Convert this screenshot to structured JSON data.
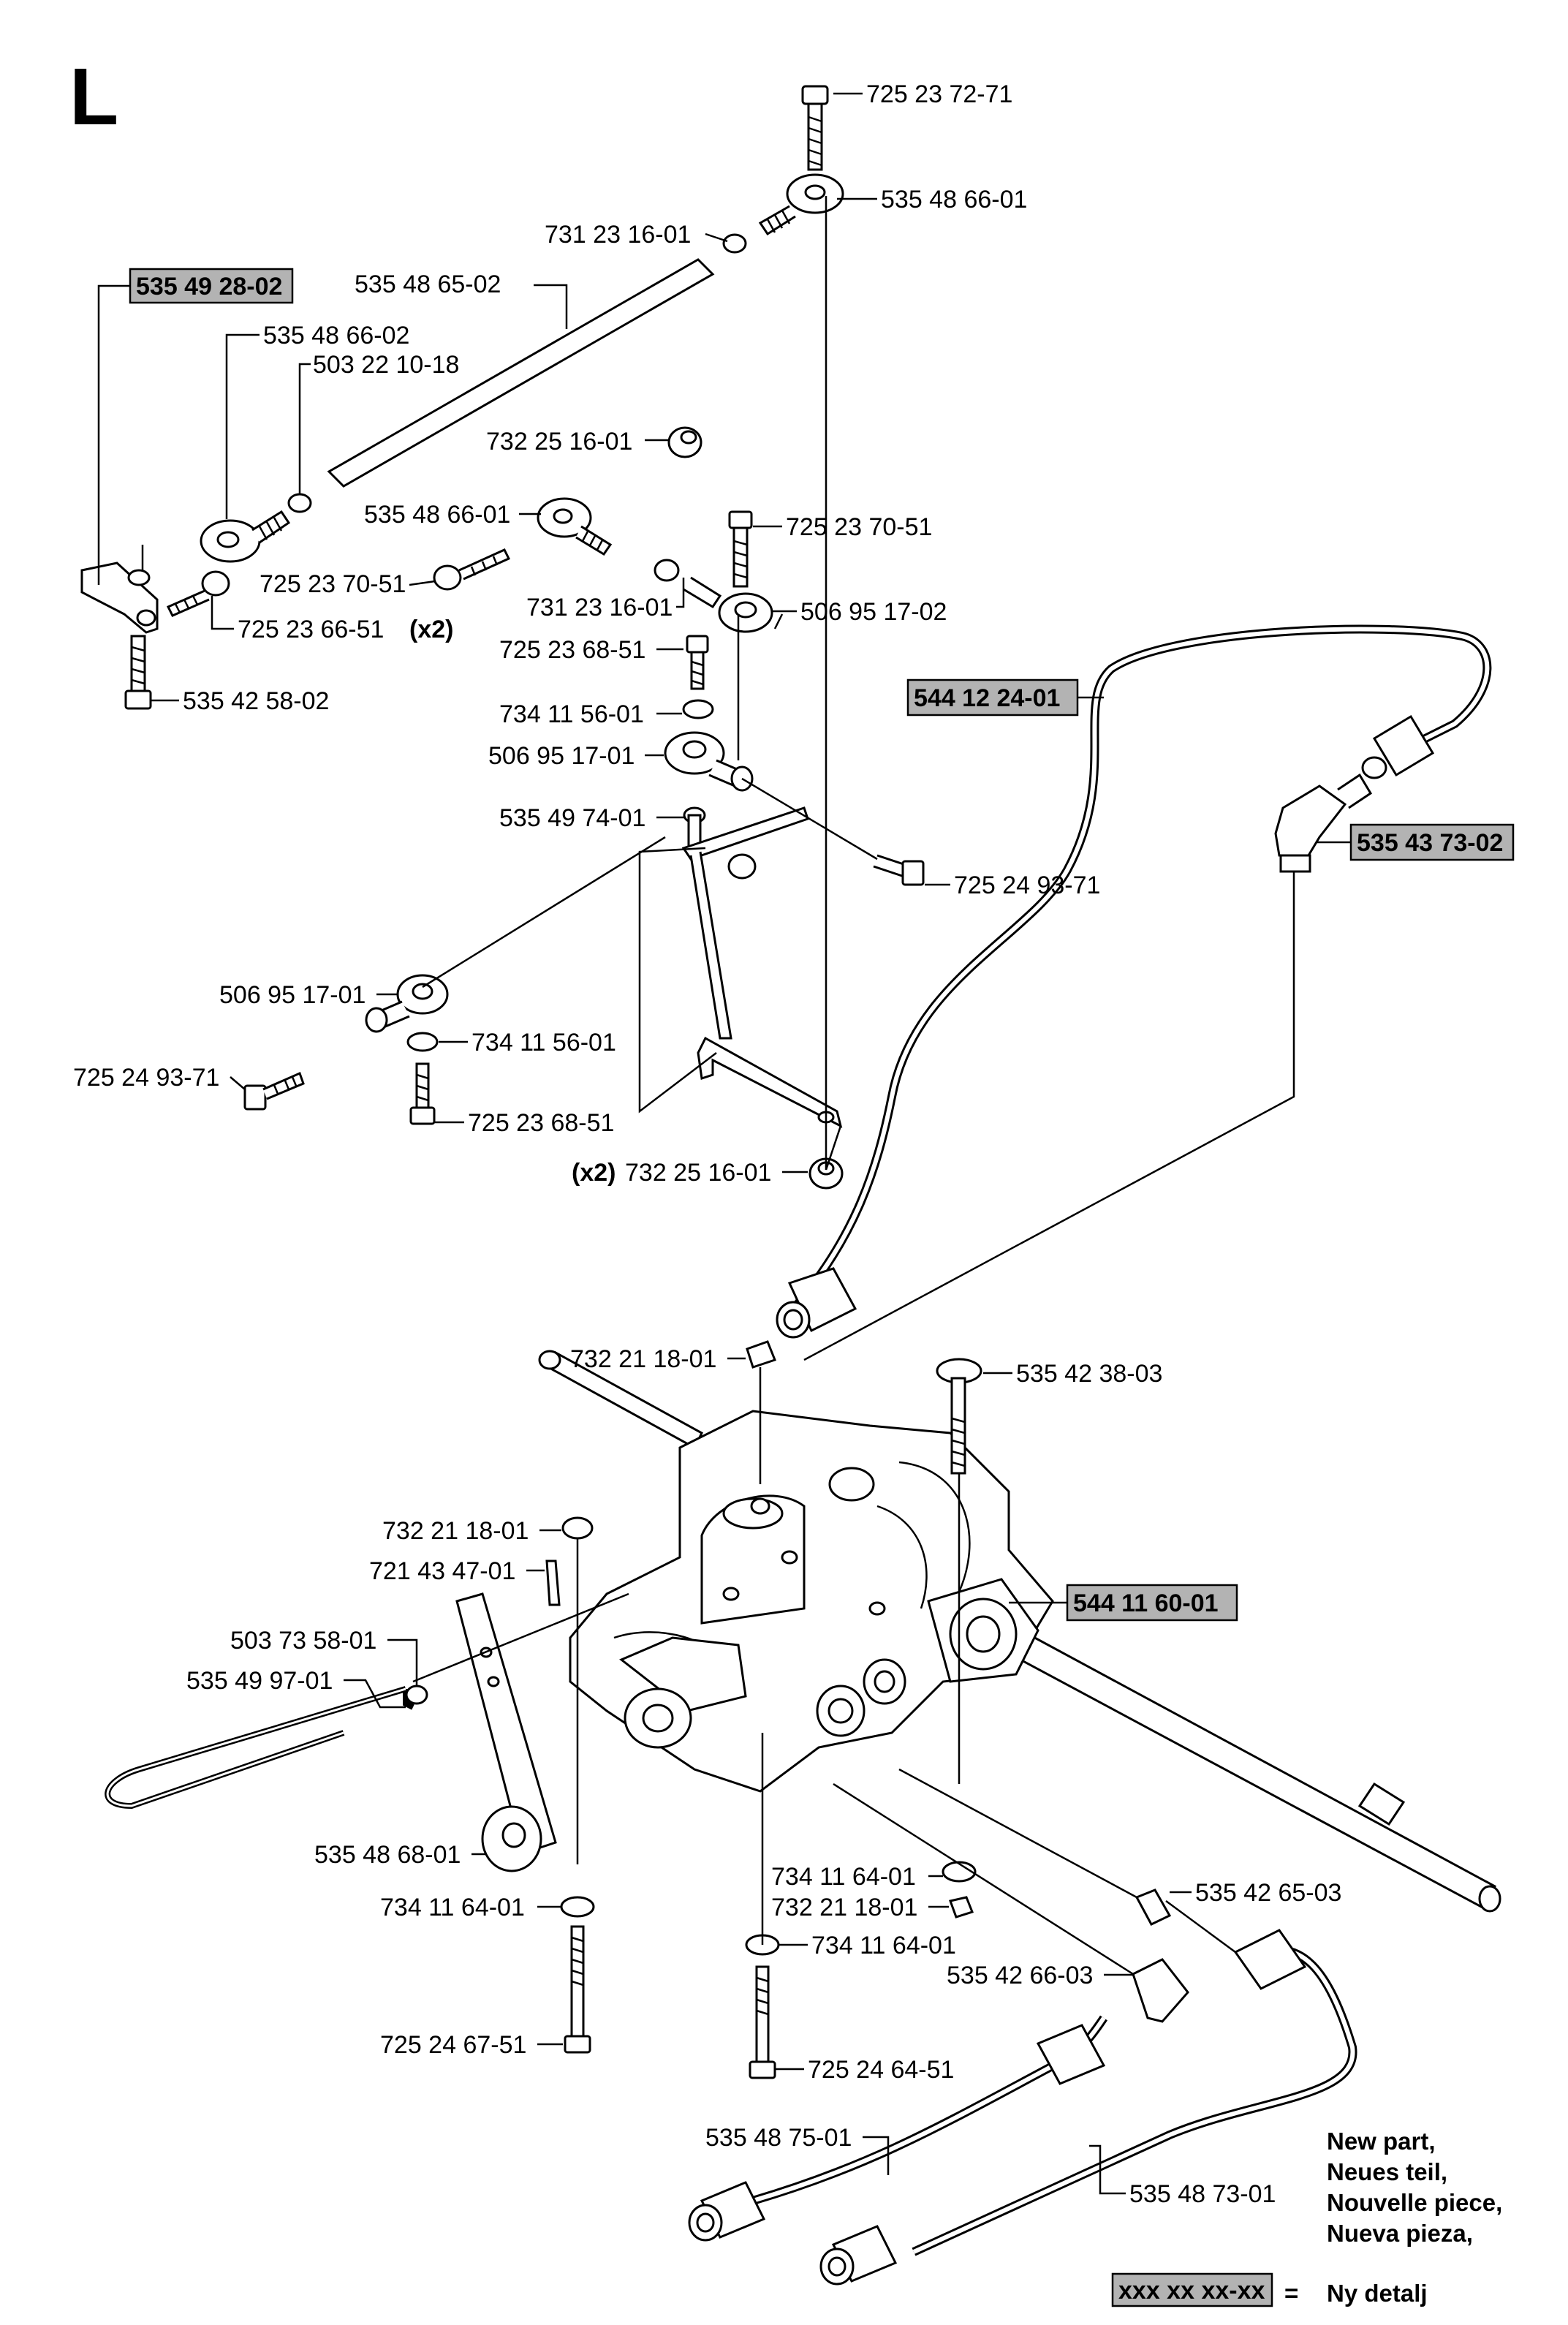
{
  "section": "L",
  "callouts": [
    {
      "id": "c01",
      "label": "725 23 72-71"
    },
    {
      "id": "c02",
      "label": "535 48 66-01"
    },
    {
      "id": "c03",
      "label": "731 23 16-01"
    },
    {
      "id": "c04",
      "label": "535 48 65-02"
    },
    {
      "id": "c05",
      "label": "535 48 66-02"
    },
    {
      "id": "c06",
      "label": "503 22 10-18"
    },
    {
      "id": "c07",
      "label": "732 25 16-01"
    },
    {
      "id": "c08",
      "label": "535 48 66-01"
    },
    {
      "id": "c09",
      "label": "725 23 70-51"
    },
    {
      "id": "c10",
      "label": "725 23 70-51"
    },
    {
      "id": "c11",
      "label": "731 23 16-01"
    },
    {
      "id": "c12",
      "label": "506 95 17-02"
    },
    {
      "id": "c13",
      "label": "725 23 66-51",
      "suffix": "(x2)"
    },
    {
      "id": "c14",
      "label": "725 23 68-51"
    },
    {
      "id": "c15",
      "label": "535 42 58-02"
    },
    {
      "id": "c16",
      "label": "734 11 56-01"
    },
    {
      "id": "c17",
      "label": "506 95 17-01"
    },
    {
      "id": "c18",
      "label": "535 49 74-01"
    },
    {
      "id": "c19",
      "label": "725 24 93-71"
    },
    {
      "id": "c20",
      "label": "506 95 17-01"
    },
    {
      "id": "c21",
      "label": "734 11 56-01"
    },
    {
      "id": "c22",
      "label": "725 24 93-71"
    },
    {
      "id": "c23",
      "label": "725 23 68-51"
    },
    {
      "id": "c24",
      "label": "732 25 16-01",
      "prefix": "(x2)"
    },
    {
      "id": "c25",
      "label": "732 21 18-01"
    },
    {
      "id": "c26",
      "label": "535 42 38-03"
    },
    {
      "id": "c27",
      "label": "732 21 18-01"
    },
    {
      "id": "c28",
      "label": "721 43 47-01"
    },
    {
      "id": "c29",
      "label": "503 73 58-01"
    },
    {
      "id": "c30",
      "label": "535 49 97-01"
    },
    {
      "id": "c31",
      "label": "535 48 68-01"
    },
    {
      "id": "c32",
      "label": "734 11 64-01"
    },
    {
      "id": "c33",
      "label": "734 11 64-01"
    },
    {
      "id": "c34",
      "label": "732 21 18-01"
    },
    {
      "id": "c35",
      "label": "734 11 64-01"
    },
    {
      "id": "c36",
      "label": "535 42 65-03"
    },
    {
      "id": "c37",
      "label": "535 42 66-03"
    },
    {
      "id": "c38",
      "label": "725 24 67-51"
    },
    {
      "id": "c39",
      "label": "725 24 64-51"
    },
    {
      "id": "c40",
      "label": "535 48 75-01"
    },
    {
      "id": "c41",
      "label": "535 48 73-01"
    }
  ],
  "new_parts": [
    {
      "id": "n1",
      "label": "535 49 28-02"
    },
    {
      "id": "n2",
      "label": "544 12 24-01"
    },
    {
      "id": "n3",
      "label": "535 43 73-02"
    },
    {
      "id": "n4",
      "label": "544 11 60-01"
    }
  ],
  "legend": {
    "box_label": "xxx xx xx-xx",
    "equals": "=",
    "lines": [
      "New part,",
      "Neues teil,",
      "Nouvelle piece,",
      "Nueva pieza,",
      "Ny detalj"
    ]
  }
}
